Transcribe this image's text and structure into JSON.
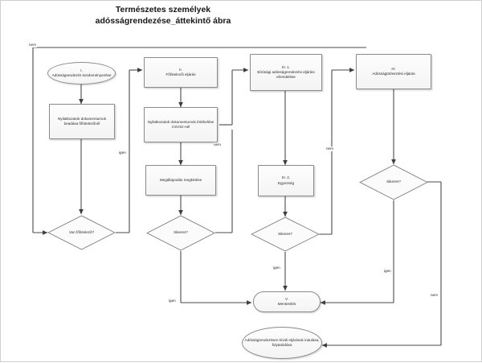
{
  "title": {
    "line1": "Természetes személyek",
    "line2": "adósságrendezése_áttekintő ábra"
  },
  "nodes": {
    "start": {
      "label": "I.\nAdósságrendezés kezdeményezése",
      "shape": "oval"
    },
    "declarations_main_creditor": {
      "label": "Nyilatkozatok dokumentumok beadása főhitelezőnél",
      "shape": "rect"
    },
    "has_main_creditor": {
      "label": "Van főhitelező?",
      "shape": "diamond"
    },
    "creditor_procedure": {
      "label": "II.\nFőhitelezői eljárás",
      "shape": "rect"
    },
    "evaluation_csvsz": {
      "label": "Nyilatkozatok dokumentumok értékelése CSVSz-nél",
      "shape": "rect"
    },
    "agreement": {
      "label": "Megállapodás megkötése",
      "shape": "rect"
    },
    "agreement_success": {
      "label": "Sikeres?",
      "shape": "diamond"
    },
    "court_order": {
      "label": "III. 1.\nBírósági adósságrendezési eljárási elrendelése",
      "shape": "rect"
    },
    "settlement": {
      "label": "III. 2.\nEgyezség",
      "shape": "rect"
    },
    "settlement_success": {
      "label": "Sikeres?",
      "shape": "diamond"
    },
    "repayment_procedure": {
      "label": "IV.\nAdósságtörlesztési eljárás",
      "shape": "rect"
    },
    "repayment_success": {
      "label": "Sikeres?",
      "shape": "diamond"
    },
    "exemption": {
      "label": "V.\nMentesítés",
      "shape": "stadium"
    },
    "outside_procedures": {
      "label": "Adósságrendezésen kívüli eljárások indulása, folytatódása",
      "shape": "oval"
    }
  },
  "edge_labels": {
    "top_no": "nem",
    "has_creditor_yes": "igen",
    "evaluation_no": "nem",
    "court_no": "nem",
    "agreement_yes": "igen",
    "settlement_yes": "igen",
    "repayment_yes": "igen",
    "repayment_no": "nem"
  },
  "colors": {
    "line": "#4a4a4a",
    "node_border": "#8a8a8a",
    "node_fill": "#fbfbfb",
    "page_background": "#ffffff",
    "text": "#2b2b2b"
  }
}
